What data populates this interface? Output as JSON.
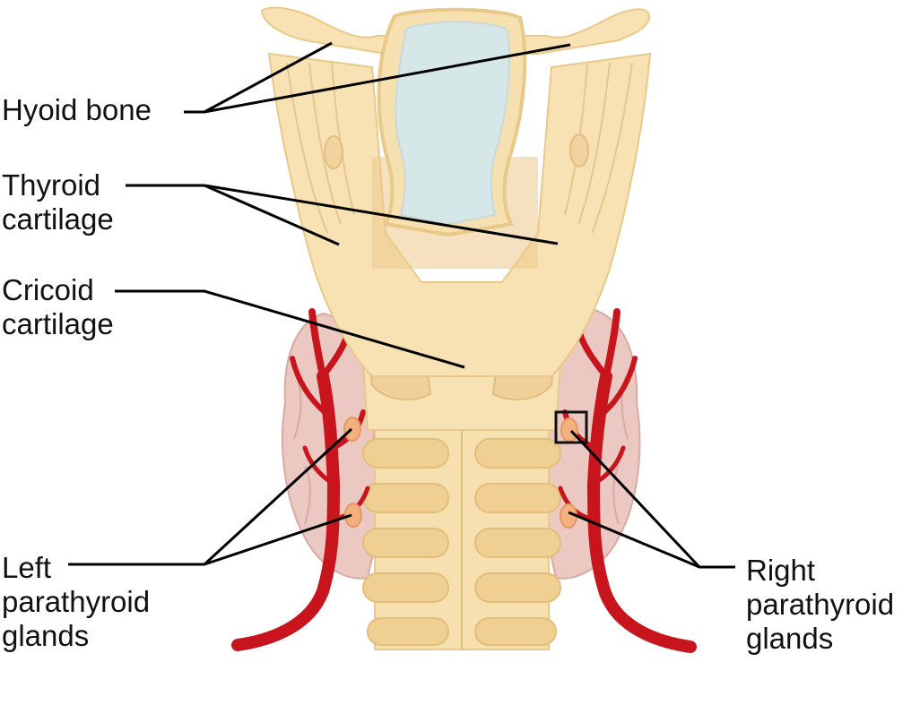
{
  "labels": {
    "hyoid": [
      "Hyoid bone"
    ],
    "thyroid": [
      "Thyroid",
      "cartilage"
    ],
    "cricoid": [
      "Cricoid",
      "cartilage"
    ],
    "left_parathyroid": [
      "Left",
      "parathyroid",
      "glands"
    ],
    "right_parathyroid": [
      "Right",
      "parathyroid",
      "glands"
    ]
  },
  "colors": {
    "cartilage": "#f8e2b4",
    "cartilage_edge": "#e9c98a",
    "cartilage_dark": "#e8c488",
    "airway": "#d5e7e6",
    "thyroid_gland": "#ebc8c2",
    "thyroid_gland_edge": "#d9aaa3",
    "artery": "#c8141c",
    "artery_dark": "#8f0d12",
    "parathyroid": "#f4b07d",
    "leader": "#000000"
  }
}
